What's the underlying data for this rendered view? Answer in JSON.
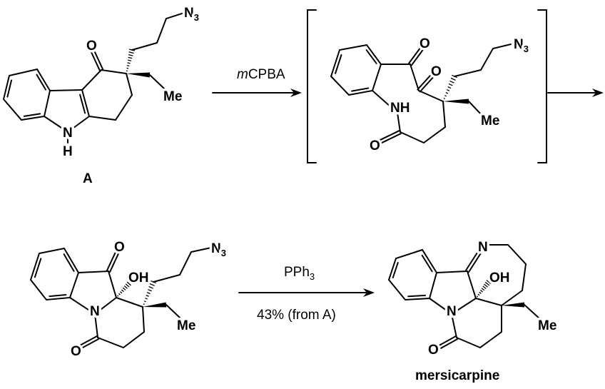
{
  "compound_A": {
    "name": "A",
    "labels": {
      "O": "O",
      "N": "N",
      "H": "H",
      "Me": "Me",
      "N3_main": "N",
      "N3_sub": "3"
    }
  },
  "step1": {
    "reagent_italic": "m",
    "reagent": "CPBA"
  },
  "intermediate": {
    "labels": {
      "O1": "O",
      "O2": "O",
      "NH": "NH",
      "O3": "O",
      "Me": "Me",
      "N3_main": "N",
      "N3_sub": "3"
    }
  },
  "compound_3": {
    "labels": {
      "O1": "O",
      "OH": "OH",
      "N": "N",
      "O2": "O",
      "Me": "Me",
      "N3_main": "N",
      "N3_sub": "3"
    }
  },
  "step2": {
    "reagent_main": "PPh",
    "reagent_sub": "3",
    "yield": "43% (from A)"
  },
  "product": {
    "name": "mersicarpine",
    "labels": {
      "N_imine": "N",
      "OH": "OH",
      "N": "N",
      "O": "O",
      "Me": "Me"
    }
  }
}
